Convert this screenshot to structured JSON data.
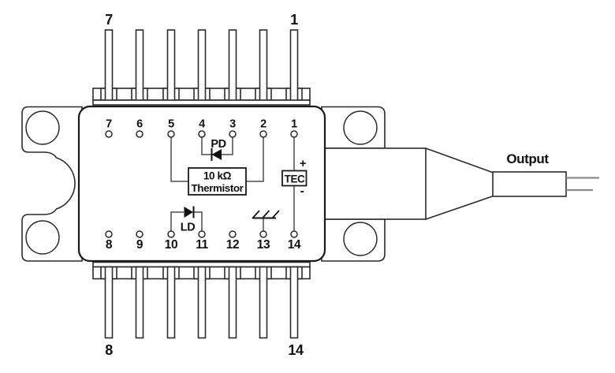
{
  "colors": {
    "background": "#ffffff",
    "line": "#1a1a1a",
    "wire": "#4d4d4d",
    "fiber_gray": "#8c8c8c"
  },
  "package": {
    "output_label": "Output",
    "outer_pins": {
      "top_left": "7",
      "top_right": "1",
      "bottom_left": "8",
      "bottom_right": "14"
    },
    "top_row": [
      "7",
      "6",
      "5",
      "4",
      "3",
      "2",
      "1"
    ],
    "bottom_row": [
      "8",
      "9",
      "10",
      "11",
      "12",
      "13",
      "14"
    ],
    "components": {
      "photodiode": "PD",
      "laser_diode": "LD",
      "tec": "TEC",
      "tec_plus": "+",
      "tec_minus": "-",
      "thermistor_value": "10 kΩ",
      "thermistor_name": "Thermistor"
    }
  }
}
